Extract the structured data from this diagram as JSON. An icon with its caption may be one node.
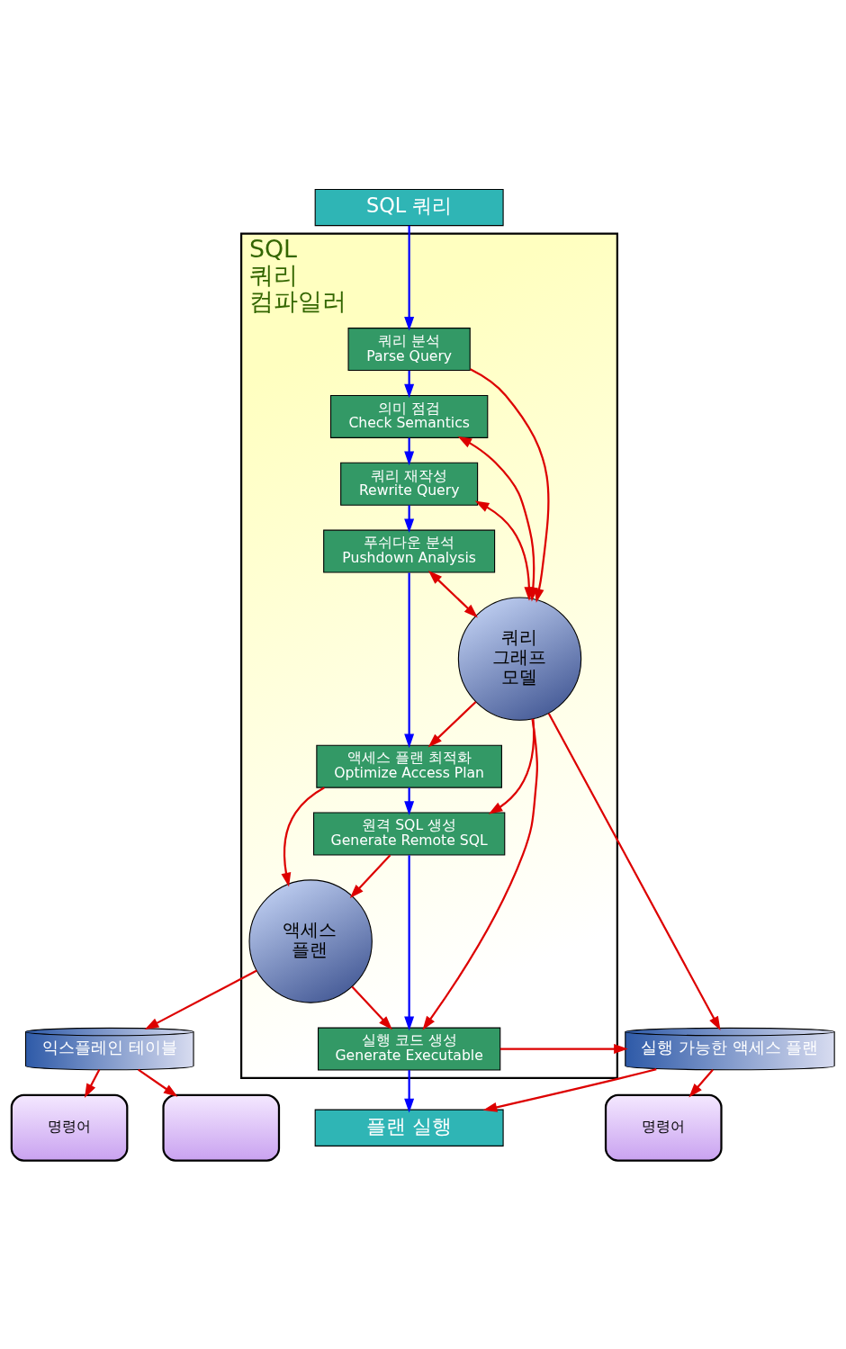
{
  "diagram": {
    "nodes": [
      {
        "text": [
          "SQL 쿼리"
        ]
      },
      {
        "text": [
          "SQL 쿼리 컴파일러"
        ]
      },
      {
        "text": [
          "쿼리 분석",
          "Parse Query"
        ],
        "in": 1
      },
      {
        "text": [
          "의미 점검",
          "Check Semantics"
        ],
        "in": 1
      },
      {
        "text": [
          "쿼리 재작성",
          "Rewrite Query"
        ],
        "in": 1
      },
      {
        "text": [
          "푸쉬다운 분석",
          "Pushdown Analysis"
        ],
        "in": 1
      },
      {
        "text": [
          "액세스 플랜 최적화",
          "Optimize Access Plan"
        ],
        "in": 1
      },
      {
        "text": [
          "원격 SQL 생성",
          "Generate Remote SQL"
        ],
        "in": 1
      },
      {
        "text": [
          "실행 코드 생성",
          "Generate Executable"
        ],
        "in": 1
      },
      {
        "text": [
          "쿼리 그래프 모델"
        ],
        "in": 1
      },
      {
        "text": [
          "액세스 플랜"
        ],
        "in": 1
      },
      {
        "text": [
          "플랜 실행"
        ]
      },
      {
        "text": [
          "익스플레인 테이블"
        ]
      },
      {
        "text": [
          "실행 가능한 액세스 플랜"
        ]
      },
      {
        "text": [],
        "shape": "box"
      },
      {
        "text": [
          "명령어"
        ]
      },
      {
        "text": [
          "명령어"
        ]
      }
    ],
    "edges": [
      {
        "from": 0,
        "to": 2,
        "arrow": "to",
        "color": "#0000ff"
      },
      {
        "from": 2,
        "to": 3,
        "arrow": "to",
        "color": "#0000ff"
      },
      {
        "from": 3,
        "to": 4,
        "arrow": "to",
        "color": "#0000ff"
      },
      {
        "from": 4,
        "to": 5,
        "arrow": "to",
        "color": "#0000ff"
      },
      {
        "from": 5,
        "to": 6,
        "arrow": "to",
        "color": "#0000ff"
      },
      {
        "from": 6,
        "to": 7,
        "arrow": "to",
        "color": "#0000ff"
      },
      {
        "from": 7,
        "to": 8,
        "arrow": "to",
        "color": "#0000ff"
      },
      {
        "from": 8,
        "to": 11,
        "arrow": "to",
        "color": "#0000ff"
      },
      {
        "from": 2,
        "to": 9,
        "arrow": "to"
      },
      {
        "from": 3,
        "to": 9,
        "arrow": "both"
      },
      {
        "from": 4,
        "to": 9,
        "arrow": "both"
      },
      {
        "from": 5,
        "to": 9,
        "arrow": "both"
      },
      {
        "from": 9,
        "to": 6,
        "arrow": "to"
      },
      {
        "from": 9,
        "to": 7,
        "arrow": "to"
      },
      {
        "from": 9,
        "to": 8,
        "arrow": "to"
      },
      {
        "from": 9,
        "to": 13,
        "arrow": "to"
      },
      {
        "from": 6,
        "to": 10,
        "arrow": "to"
      },
      {
        "from": 7,
        "to": 10,
        "arrow": "to"
      },
      {
        "from": 10,
        "to": 8,
        "arrow": "to"
      },
      {
        "from": 10,
        "to": 12,
        "arrow": "to"
      },
      {
        "from": 8,
        "to": 13,
        "arrow": "to"
      },
      {
        "from": 13,
        "to": 11,
        "arrow": "to"
      },
      {
        "from": 13,
        "to": 16,
        "arrow": "to"
      },
      {
        "from": 12,
        "to": 14,
        "arrow": "to"
      },
      {
        "from": 12,
        "to": 15,
        "arrow": "to"
      }
    ]
  }
}
